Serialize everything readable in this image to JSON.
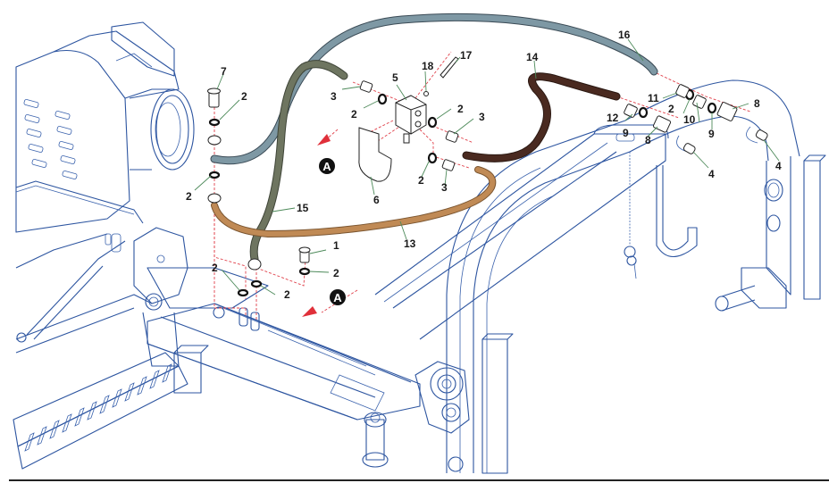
{
  "diagram": {
    "title": "Hydraulic hose routing - exploded parts view",
    "colors": {
      "frame_lines": "#2d55a0",
      "hose_13": "#c08a55",
      "hose_14": "#4a2a20",
      "hose_15": "#6e7560",
      "hose_16": "#7e98a4",
      "leader": "#4d8a5a",
      "assembly_dash": "#e0404a",
      "marker_bg": "#111111"
    },
    "callouts": [
      {
        "id": "c7",
        "label": "7"
      },
      {
        "id": "c2a",
        "label": "2"
      },
      {
        "id": "c2b",
        "label": "2"
      },
      {
        "id": "c15",
        "label": "15"
      },
      {
        "id": "c3a",
        "label": "3"
      },
      {
        "id": "c2c",
        "label": "2"
      },
      {
        "id": "c5",
        "label": "5"
      },
      {
        "id": "c18",
        "label": "18"
      },
      {
        "id": "c17",
        "label": "17"
      },
      {
        "id": "c2d",
        "label": "2"
      },
      {
        "id": "c3b",
        "label": "3"
      },
      {
        "id": "c6",
        "label": "6"
      },
      {
        "id": "c2e",
        "label": "2"
      },
      {
        "id": "c3c",
        "label": "3"
      },
      {
        "id": "c13",
        "label": "13"
      },
      {
        "id": "c1",
        "label": "1"
      },
      {
        "id": "c2f",
        "label": "2"
      },
      {
        "id": "c2g",
        "label": "2"
      },
      {
        "id": "c2h",
        "label": "2"
      },
      {
        "id": "c14",
        "label": "14"
      },
      {
        "id": "c16",
        "label": "16"
      },
      {
        "id": "c11",
        "label": "11"
      },
      {
        "id": "c12",
        "label": "12"
      },
      {
        "id": "c2i",
        "label": "2"
      },
      {
        "id": "c10",
        "label": "10"
      },
      {
        "id": "c8a",
        "label": "8"
      },
      {
        "id": "c9a",
        "label": "9"
      },
      {
        "id": "c9b",
        "label": "9"
      },
      {
        "id": "c8b",
        "label": "8"
      },
      {
        "id": "c4a",
        "label": "4"
      },
      {
        "id": "c4b",
        "label": "4"
      }
    ],
    "view_markers": [
      {
        "id": "A1",
        "label": "A"
      },
      {
        "id": "A2",
        "label": "A"
      }
    ]
  }
}
